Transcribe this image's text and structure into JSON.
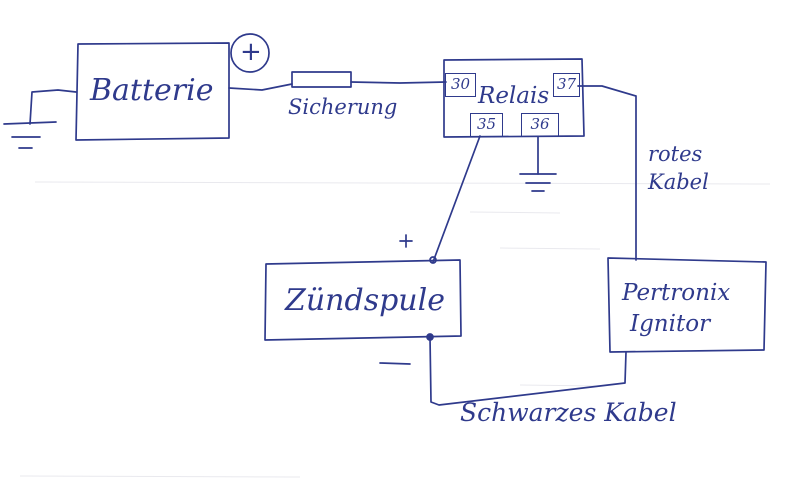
{
  "battery": {
    "polarity": "+"
  },
  "components": {
    "battery": "Batterie",
    "fuse": "Sicherung",
    "relay": "Relais",
    "ignition_coil": "Zündspule",
    "pertronix_line1": "Pertronix",
    "pertronix_line2": "Ignitor"
  },
  "relay_terminals": {
    "t30": "30",
    "t37": "37",
    "t35": "35",
    "t36": "36"
  },
  "wires": {
    "red_line1": "rotes",
    "red_line2": "Kabel",
    "black": "Schwarzes Kabel"
  },
  "colors": {
    "ink": "#2f3a8c",
    "paper": "#ffffff"
  }
}
